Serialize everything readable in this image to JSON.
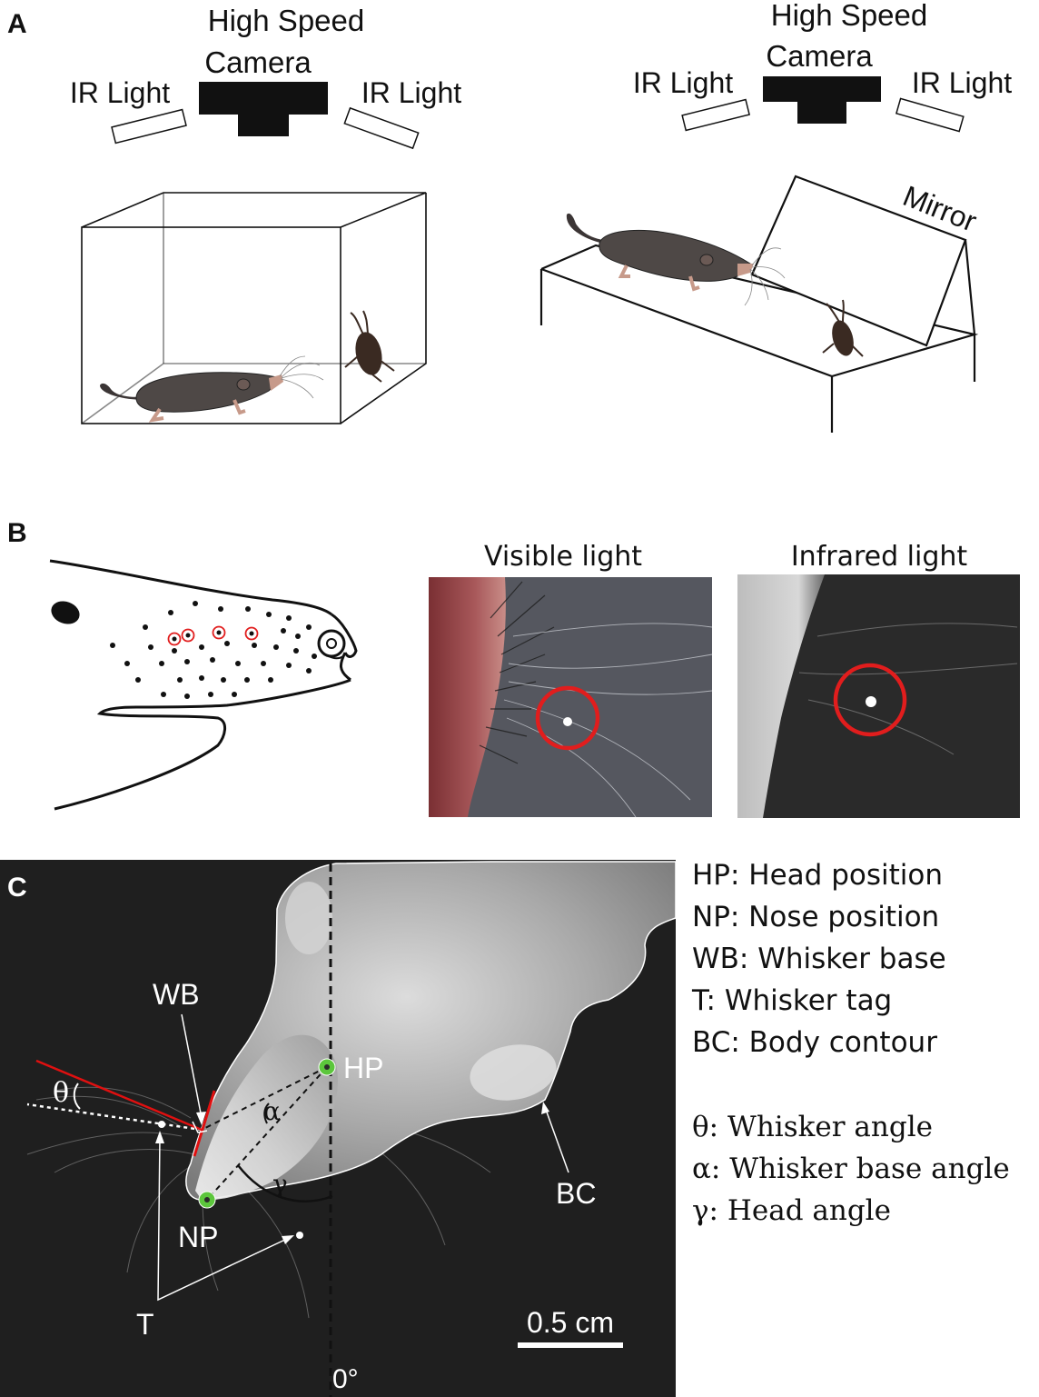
{
  "panel_a": {
    "label": "A",
    "left": {
      "camera_line1": "High Speed",
      "camera_line2": "Camera",
      "light_left": "IR Light",
      "light_right": "IR Light"
    },
    "right": {
      "camera_line1": "High Speed",
      "camera_line2": "Camera",
      "light_left": "IR Light",
      "light_right": "IR Light",
      "mirror": "Mirror"
    }
  },
  "panel_b": {
    "label": "B",
    "visible_title": "Visible light",
    "infrared_title": "Infrared light"
  },
  "panel_c": {
    "label": "C",
    "points": {
      "hp": "HP",
      "np": "NP",
      "wb": "WB",
      "t": "T",
      "bc": "BC"
    },
    "angles": {
      "theta": "θ",
      "alpha": "α",
      "gamma": "γ"
    },
    "scale_bar": "0.5 cm",
    "zero_label": "0°",
    "legend": [
      "HP: Head position",
      "NP: Nose position",
      "WB: Whisker base",
      "T: Whisker tag",
      "BC: Body contour"
    ],
    "angle_legend": [
      "θ: Whisker angle",
      "α: Whisker base angle",
      "γ: Head angle"
    ]
  },
  "colors": {
    "ring": "#e11d1d",
    "marker": "#5cc63c",
    "red_line": "#e01010"
  }
}
